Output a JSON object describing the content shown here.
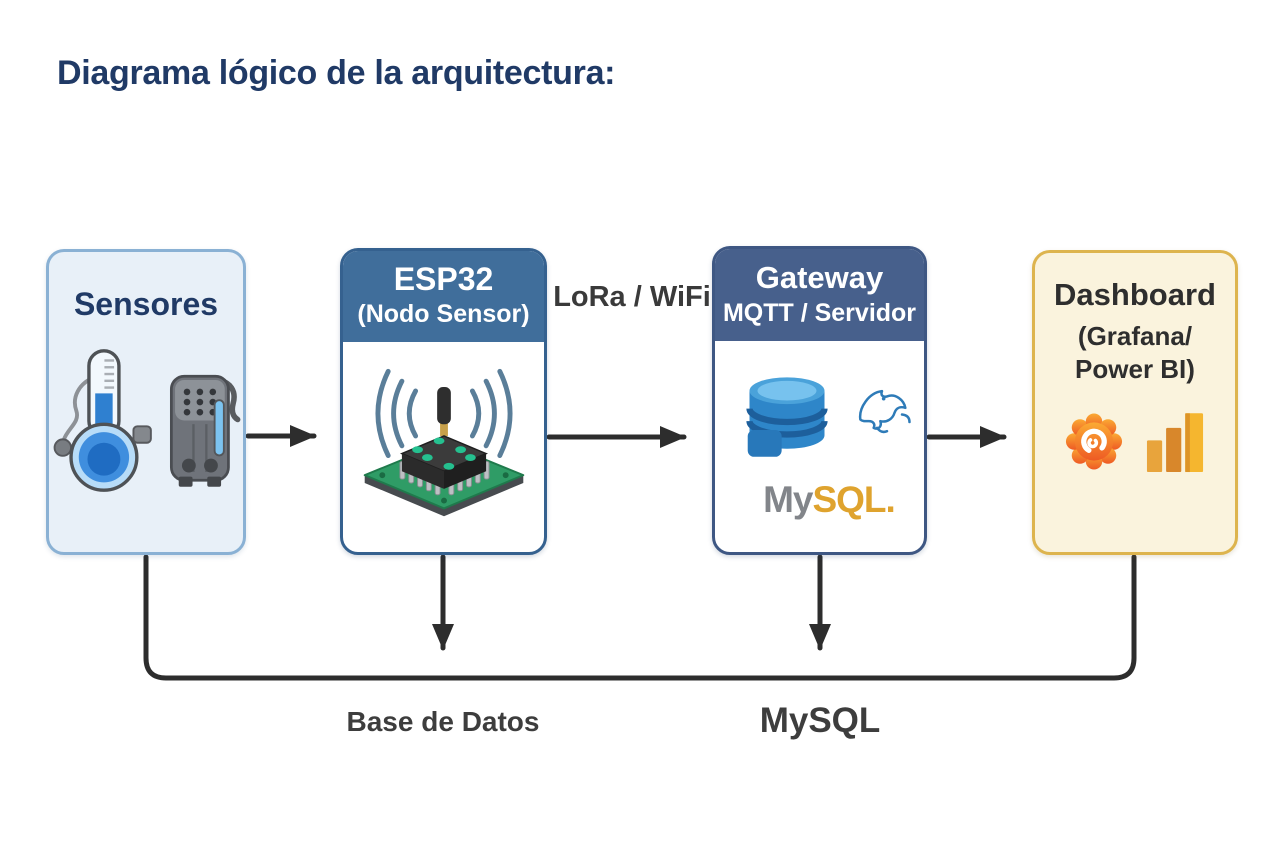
{
  "title": "Diagrama lógico de la arquitectura:",
  "nodes": {
    "sensores": {
      "label": "Sensores",
      "icons": [
        "thermometer-icon",
        "moisture-sensor-icon"
      ]
    },
    "esp32": {
      "title": "ESP32",
      "subtitle": "(Nodo Sensor)",
      "icon": "esp32-module-icon"
    },
    "gateway": {
      "title": "Gateway",
      "subtitle": "MQTT / Servidor",
      "icons": [
        "mysql-database-icon",
        "mysql-dolphin-icon"
      ],
      "logo": {
        "part_my": "My",
        "part_sql": "SQL",
        "part_dot": "."
      }
    },
    "dashboard": {
      "title": "Dashboard",
      "subtitle_line1": "(Grafana/",
      "subtitle_line2": "Power BI)",
      "icons": [
        "grafana-icon",
        "powerbi-icon"
      ]
    }
  },
  "edges": {
    "lora_wifi": "LoRa / WiFi",
    "base_de_datos": "Base de Datos",
    "mysql": "MySQL"
  },
  "colors": {
    "title_text": "#203a66",
    "sensores_fill": "#e8f0f8",
    "sensores_border": "#8ab1d4",
    "esp32_header": "#406e9b",
    "esp32_border": "#35618f",
    "gateway_header": "#47608c",
    "gateway_border": "#3e5783",
    "dashboard_fill": "#faf3dd",
    "dashboard_border": "#ddb44e",
    "arrow": "#2d2d2d",
    "mysql_gray": "#82858a",
    "mysql_gold": "#dfa32e"
  }
}
